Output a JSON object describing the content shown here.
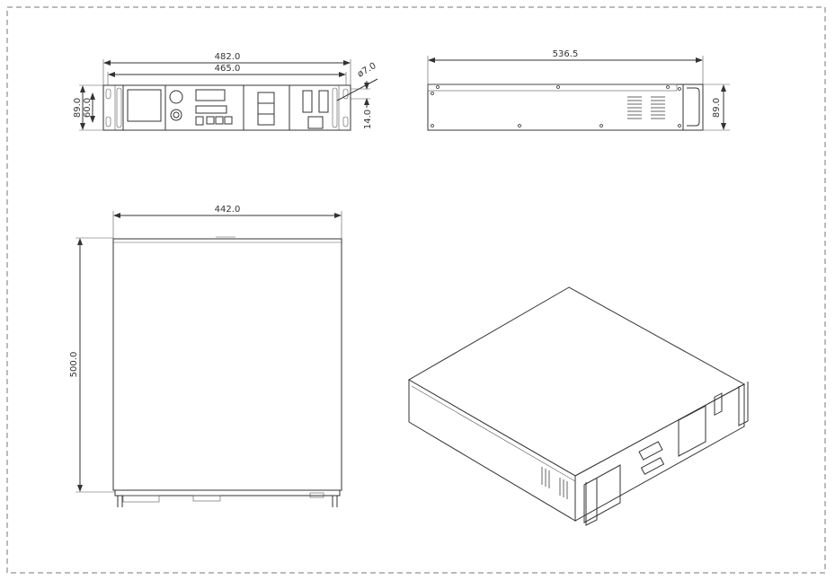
{
  "drawing": {
    "front_view": {
      "overall_width": "482.0",
      "mount_spacing": "465.0",
      "height": "89.0",
      "hole_spacing": "60.0",
      "hole_diameter": "ø7.0",
      "hole_offset": "14.0"
    },
    "side_view": {
      "depth": "536.5",
      "height": "89.0"
    },
    "top_view": {
      "width": "442.0",
      "depth": "500.0"
    },
    "colors": {
      "line": "#333333",
      "border": "#777777",
      "background": "#ffffff"
    }
  }
}
